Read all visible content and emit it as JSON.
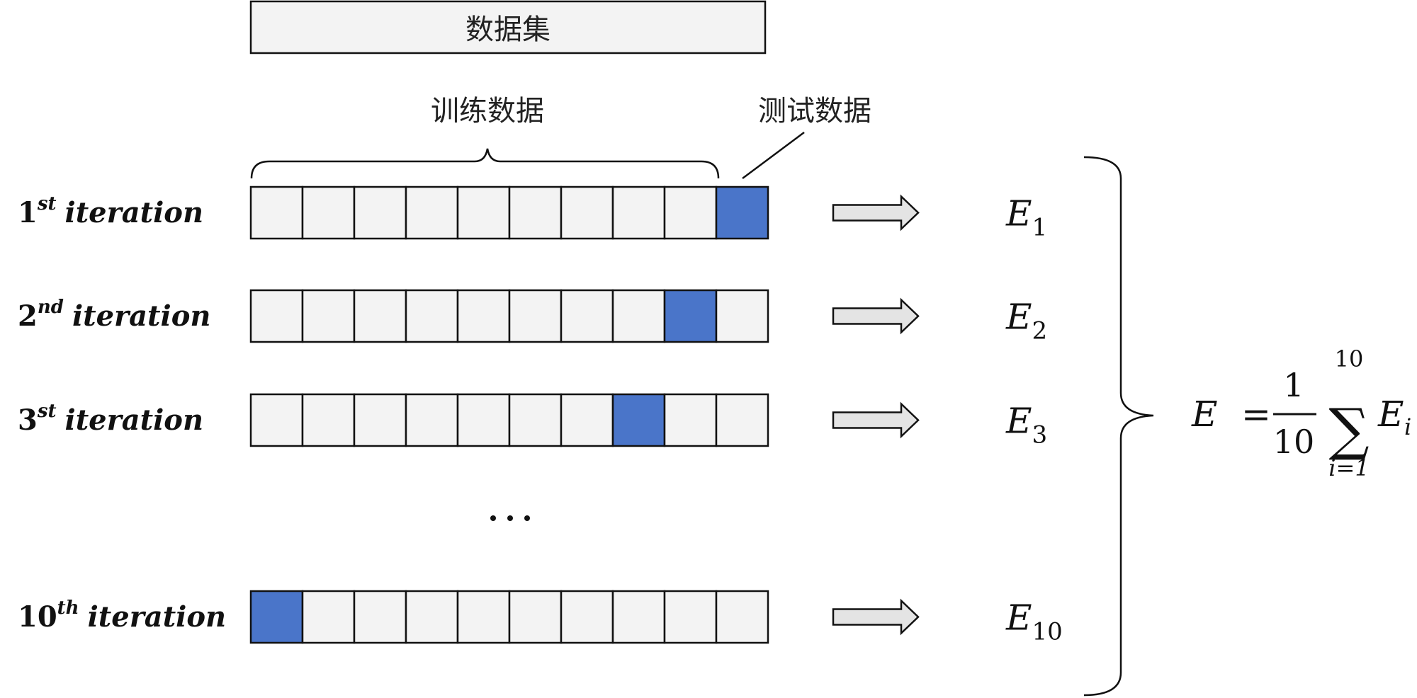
{
  "dataset_label": "数据集",
  "train_label": "训练数据",
  "test_label": "测试数据",
  "ellipsis": "…",
  "folds_per_row": 10,
  "rows": [
    {
      "ordinal": "1",
      "suffix": "st",
      "word": "iteration",
      "test_fold": 10,
      "error_base": "E",
      "error_sub": "1"
    },
    {
      "ordinal": "2",
      "suffix": "nd",
      "word": "iteration",
      "test_fold": 9,
      "error_base": "E",
      "error_sub": "2"
    },
    {
      "ordinal": "3",
      "suffix": "st",
      "word": "iteration",
      "test_fold": 8,
      "error_base": "E",
      "error_sub": "3"
    },
    {
      "ordinal": "10",
      "suffix": "th",
      "word": "iteration",
      "test_fold": 1,
      "error_base": "E",
      "error_sub": "10"
    }
  ],
  "formula": {
    "lhs": "E",
    "equals": "=",
    "numerator": "1",
    "denominator": "10",
    "sigma": "∑",
    "upper": "10",
    "lower": "i=1",
    "term_base": "E",
    "term_sub": "i"
  },
  "colors": {
    "test_fill": "#4a75c9",
    "train_fill": "#f3f3f3",
    "arrow_fill": "#e4e4e4"
  }
}
